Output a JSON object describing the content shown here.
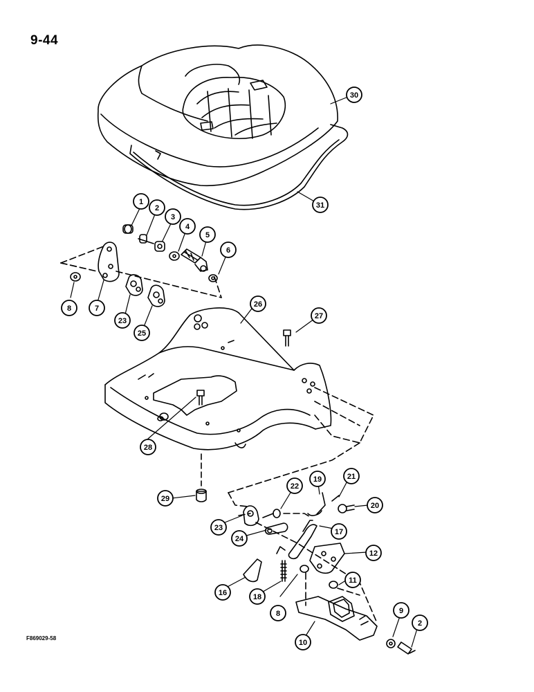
{
  "page_number": "9-44",
  "figure_code": "F869029-58",
  "callouts": [
    {
      "id": "c1",
      "label": "1"
    },
    {
      "id": "c2a",
      "label": "2"
    },
    {
      "id": "c3",
      "label": "3"
    },
    {
      "id": "c4",
      "label": "4"
    },
    {
      "id": "c5",
      "label": "5"
    },
    {
      "id": "c6",
      "label": "6"
    },
    {
      "id": "c7",
      "label": "7"
    },
    {
      "id": "c8a",
      "label": "8"
    },
    {
      "id": "c23a",
      "label": "23"
    },
    {
      "id": "c25",
      "label": "25"
    },
    {
      "id": "c26",
      "label": "26"
    },
    {
      "id": "c27",
      "label": "27"
    },
    {
      "id": "c28",
      "label": "28"
    },
    {
      "id": "c29",
      "label": "29"
    },
    {
      "id": "c30",
      "label": "30"
    },
    {
      "id": "c31",
      "label": "31"
    },
    {
      "id": "c19",
      "label": "19"
    },
    {
      "id": "c21",
      "label": "21"
    },
    {
      "id": "c22",
      "label": "22"
    },
    {
      "id": "c20",
      "label": "20"
    },
    {
      "id": "c23b",
      "label": "23"
    },
    {
      "id": "c17",
      "label": "17"
    },
    {
      "id": "c24",
      "label": "24"
    },
    {
      "id": "c12",
      "label": "12"
    },
    {
      "id": "c11",
      "label": "11"
    },
    {
      "id": "c16",
      "label": "16"
    },
    {
      "id": "c18",
      "label": "18"
    },
    {
      "id": "c8b",
      "label": "8"
    },
    {
      "id": "c9",
      "label": "9"
    },
    {
      "id": "c2b",
      "label": "2"
    },
    {
      "id": "c10",
      "label": "10"
    }
  ]
}
